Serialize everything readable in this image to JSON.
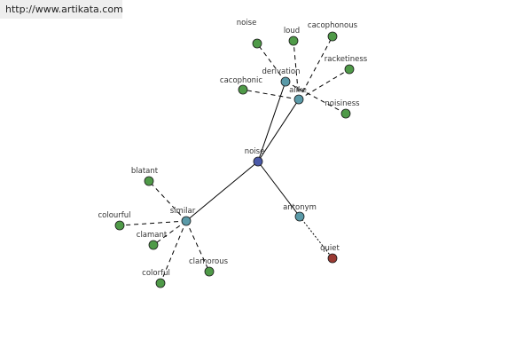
{
  "watermark": {
    "url": "http://www.artikata.com"
  },
  "colors": {
    "center": "#4a59a8",
    "relation": "#5a9aa8",
    "term": "#4f9a48",
    "antonym_term": "#9b3a33",
    "edge": "#000000"
  },
  "graph": {
    "nodes": [
      {
        "id": "noise_center",
        "label": "noise",
        "kind": "center"
      },
      {
        "id": "derivation",
        "label": "derivation",
        "kind": "relation"
      },
      {
        "id": "alike",
        "label": "alike",
        "kind": "relation"
      },
      {
        "id": "similar",
        "label": "similar",
        "kind": "relation"
      },
      {
        "id": "antonym",
        "label": "antonym",
        "kind": "relation"
      },
      {
        "id": "noise",
        "label": "noise",
        "kind": "term"
      },
      {
        "id": "loud",
        "label": "loud",
        "kind": "term"
      },
      {
        "id": "cacophonous",
        "label": "cacophonous",
        "kind": "term"
      },
      {
        "id": "racketiness",
        "label": "racketiness",
        "kind": "term"
      },
      {
        "id": "cacophonic",
        "label": "cacophonic",
        "kind": "term"
      },
      {
        "id": "noisiness",
        "label": "noisiness",
        "kind": "term"
      },
      {
        "id": "blatant",
        "label": "blatant",
        "kind": "term"
      },
      {
        "id": "colourful",
        "label": "colourful",
        "kind": "term"
      },
      {
        "id": "clamant",
        "label": "clamant",
        "kind": "term"
      },
      {
        "id": "colorful",
        "label": "colorful",
        "kind": "term"
      },
      {
        "id": "clamorous",
        "label": "clamorous",
        "kind": "term"
      },
      {
        "id": "quiet",
        "label": "quiet",
        "kind": "antonym_term"
      }
    ],
    "edges": [
      {
        "from": "noise_center",
        "to": "derivation",
        "style": "solid"
      },
      {
        "from": "noise_center",
        "to": "alike",
        "style": "solid"
      },
      {
        "from": "noise_center",
        "to": "similar",
        "style": "solid"
      },
      {
        "from": "noise_center",
        "to": "antonym",
        "style": "solid"
      },
      {
        "from": "derivation",
        "to": "noise",
        "style": "dashed"
      },
      {
        "from": "derivation",
        "to": "noisiness",
        "style": "dashed"
      },
      {
        "from": "alike",
        "to": "loud",
        "style": "dashed"
      },
      {
        "from": "alike",
        "to": "cacophonous",
        "style": "dashed"
      },
      {
        "from": "alike",
        "to": "racketiness",
        "style": "dashed"
      },
      {
        "from": "alike",
        "to": "cacophonic",
        "style": "dashed"
      },
      {
        "from": "similar",
        "to": "blatant",
        "style": "dashed"
      },
      {
        "from": "similar",
        "to": "colourful",
        "style": "dashed"
      },
      {
        "from": "similar",
        "to": "clamant",
        "style": "dashed"
      },
      {
        "from": "similar",
        "to": "colorful",
        "style": "dashed"
      },
      {
        "from": "similar",
        "to": "clamorous",
        "style": "dashed"
      },
      {
        "from": "antonym",
        "to": "quiet",
        "style": "dotted"
      }
    ]
  }
}
